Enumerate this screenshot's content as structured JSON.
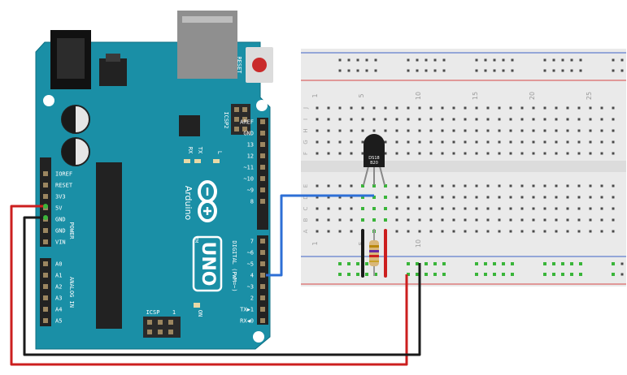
{
  "arduino": {
    "board_name": "UNO",
    "brand": "Arduino",
    "trademark": "TM",
    "reset_label": "RESET",
    "icsp2_label": "ICSP2",
    "icsp_label": "ICSP",
    "icsp_pin1": "1",
    "rx_label": "RX",
    "tx_label": "TX",
    "l_label": "L",
    "on_label": "ON",
    "digital_label": "DIGITAL (PWM=~)",
    "power_label": "POWER",
    "analog_label": "ANALOG IN",
    "power_pins": [
      "IOREF",
      "RESET",
      "3V3",
      "5V",
      "GND",
      "GND",
      "VIN"
    ],
    "analog_pins": [
      "A0",
      "A1",
      "A2",
      "A3",
      "A4",
      "A5"
    ],
    "digital_pins_top": [
      "AREF",
      "GND",
      "13",
      "12",
      "~11",
      "~10",
      "~9",
      "8"
    ],
    "digital_pins_bottom": [
      "7",
      "~6",
      "~5",
      "4",
      "~3",
      "2",
      "TX▶1",
      "RX◀0"
    ]
  },
  "breadboard": {
    "column_numbers": [
      "1",
      "5",
      "10",
      "15",
      "20",
      "25"
    ],
    "row_letters_top": [
      "J",
      "I",
      "H",
      "G",
      "F"
    ],
    "row_letters_bottom": [
      "E",
      "D",
      "C",
      "B",
      "A"
    ]
  },
  "sensor": {
    "label_line1": "DS18",
    "label_line2": "B20"
  },
  "colors": {
    "board": "#1a8fa6",
    "board_dark": "#0e6f83",
    "wire_red": "#cc1f1f",
    "wire_black": "#1a1a1a",
    "wire_blue": "#2d6fd6",
    "rail_red": "#d64545",
    "rail_blue": "#3f63c7",
    "breadboard": "#eaeaea"
  }
}
